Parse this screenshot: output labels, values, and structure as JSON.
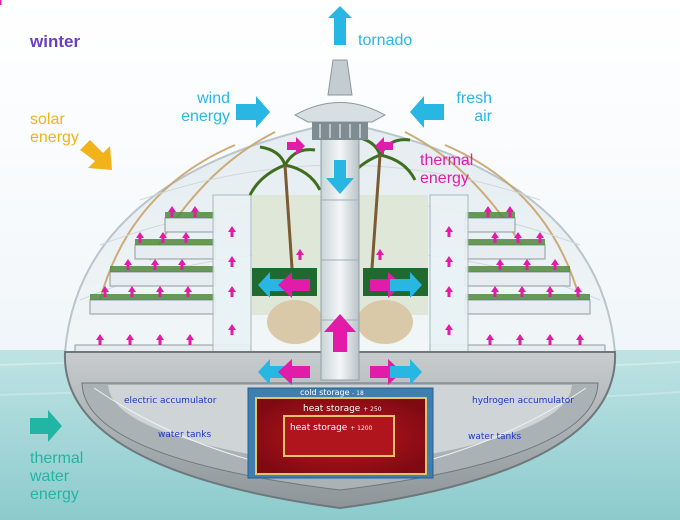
{
  "labels": {
    "season": "winter",
    "tornado": "tornado",
    "wind_energy": [
      "wind",
      "energy"
    ],
    "fresh_air": [
      "fresh",
      "air"
    ],
    "solar_energy": [
      "solar",
      "energy"
    ],
    "thermal_energy": [
      "thermal",
      "energy"
    ],
    "thermal_water_energy": [
      "thermal",
      "water",
      "energy"
    ],
    "electric_accumulator": "electric accumulator",
    "hydrogen_accumulator": "hydrogen accumulator",
    "water_tanks_left": "water tanks",
    "water_tanks_right": "water tanks",
    "cold_storage": "cold storage",
    "cold_storage_value": "- 18",
    "heat_storage_outer": "heat storage",
    "heat_storage_outer_value": "+ 250",
    "heat_storage_inner": "heat storage",
    "heat_storage_inner_value": "+ 1200"
  },
  "colors": {
    "season": "#6a3fc0",
    "wind_and_air": "#28b7e3",
    "thermal": "#e21ba8",
    "solar": "#f2b21a",
    "water": "#22b5a4",
    "equipment_text": "#1c38c9",
    "sky_top": "#ffffff",
    "sea": "#a9d8da",
    "heat_storage_fill": "#a8101a",
    "heat_storage_border": "#e7c46a"
  },
  "icons": {
    "airflow": "cyan-arrow-icon",
    "heatflow": "magenta-arrow-icon",
    "solar": "yellow-arrow-icon",
    "water": "teal-arrow-icon"
  }
}
